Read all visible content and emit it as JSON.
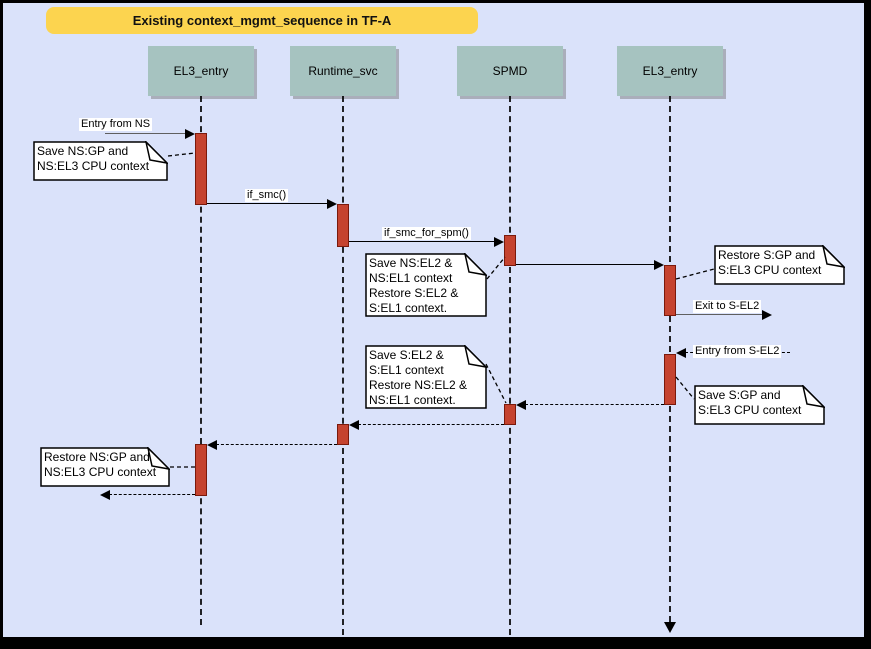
{
  "title": {
    "label": "Existing context_mgmt_sequence in TF-A"
  },
  "lifelines": [
    {
      "label": "EL3_entry"
    },
    {
      "label": "Runtime_svc"
    },
    {
      "label": "SPMD"
    },
    {
      "label": "EL3_entry"
    }
  ],
  "messages": {
    "entry_from_ns": "Entry from NS",
    "if_smc": "if_smc()",
    "if_smc_for_spm": "if_smc_for_spm()",
    "exit_to_s_el2": "Exit to S-EL2",
    "entry_from_s_el2": "Entry from S-EL2"
  },
  "notes": [
    {
      "lines": [
        "Save NS:GP and",
        "NS:EL3 CPU context"
      ]
    },
    {
      "lines": [
        "Save NS:EL2 &",
        "NS:EL1 context",
        "Restore S:EL2 &",
        "S:EL1 context."
      ]
    },
    {
      "lines": [
        "Restore S:GP and",
        "S:EL3 CPU context"
      ]
    },
    {
      "lines": [
        "Save S:EL2 &",
        "S:EL1 context",
        "Restore NS:EL2 &",
        "NS:EL1 context."
      ]
    },
    {
      "lines": [
        "Save S:GP and",
        "S:EL3 CPU context"
      ]
    },
    {
      "lines": [
        "Restore NS:GP and",
        "NS:EL3 CPU context"
      ]
    }
  ],
  "colors": {
    "bg": "#dae2fa",
    "frame": "#000000",
    "title_bg": "#fcd44f",
    "node_fill": "#a6c3c0",
    "activation_fill": "#c5432f",
    "activation_border": "#7a190b",
    "note_fill": "#ffffff",
    "line": "#000000",
    "gray_line": "#5f5f5f"
  }
}
